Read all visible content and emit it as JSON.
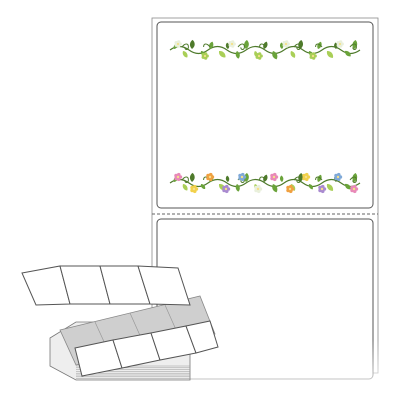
{
  "product": {
    "kind": "fanfold-label-sheet",
    "label_count_shown": 2,
    "decoration": "floral-vine-border"
  },
  "colors": {
    "background": "#ffffff",
    "outline": "#555555",
    "perforation": "#666666",
    "stack_side": "#d9d9d9",
    "stack_shadow": "#bfbfbf",
    "vine_dark": "#4e7a2b",
    "vine_mid": "#6aa33a",
    "vine_light": "#a9cf57",
    "flower_pink": "#e889b8",
    "flower_yellow": "#f2d14b",
    "flower_orange": "#f0a040",
    "flower_purple": "#a98ad0",
    "flower_blue": "#7fa9d8",
    "flower_white": "#e9f0dc"
  },
  "icons": {
    "top_border": "floral-vine-icon",
    "bottom_border": "floral-vine-icon",
    "stack": "fanfold-stack-icon"
  }
}
